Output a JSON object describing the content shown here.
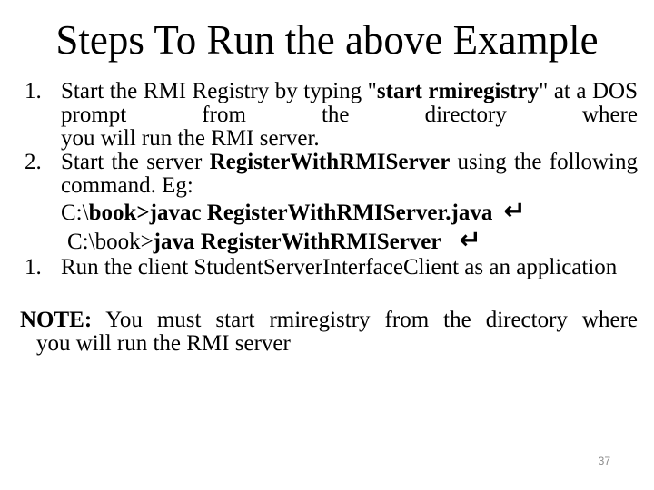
{
  "slide": {
    "title": "Steps To Run the above Example",
    "page_number": "37"
  },
  "colors": {
    "text": "#000000",
    "background": "#ffffff",
    "page_number": "#8b8b8b"
  },
  "steps": {
    "item1": {
      "number": "1.",
      "line1": {
        "pre": "Start the RMI Registry by typing \"",
        "bold": "start rmiregistry",
        "post": "\" at a DOS"
      },
      "line2": "prompt from the directory where",
      "line3": "you will run the RMI server."
    },
    "item2": {
      "number": "2.",
      "line1": {
        "pre": "Start the server ",
        "bold": "RegisterWithRMIServer",
        "post": " using the following"
      },
      "line2": "command. Eg:",
      "cmd1": {
        "pre": "C:\\",
        "bold": "book>javac RegisterWithRMIServer.java",
        "arrow": "↵"
      },
      "cmd2": {
        "pre": "C:\\book>",
        "bold": "java RegisterWithRMIServer",
        "arrow": "↵"
      }
    },
    "item3": {
      "number": "1.",
      "line1": "Run the client StudentServerInterfaceClient as an application"
    }
  },
  "note": {
    "label": "NOTE:",
    "line1": "You must start rmiregistry from the directory where",
    "line2": "you will run the RMI server"
  }
}
